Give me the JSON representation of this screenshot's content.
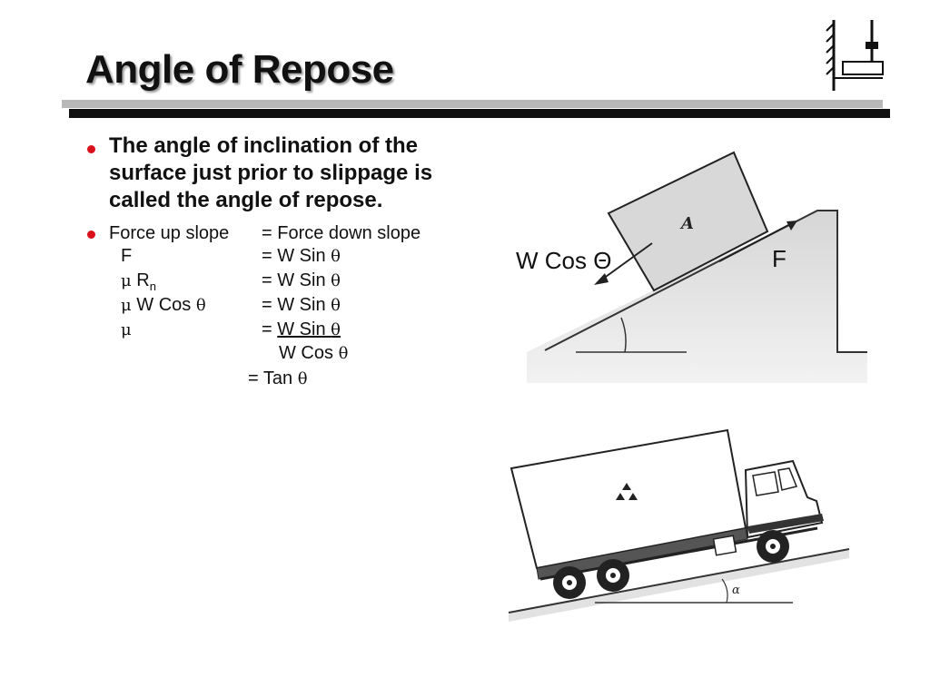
{
  "slide": {
    "title": "Angle of Repose"
  },
  "bullets": {
    "main": "The angle of inclination of the surface just prior to slippage is called the angle of repose.",
    "secondary": {
      "left_header": "Force up slope",
      "right_header": "= Force down slope",
      "rows": [
        {
          "lhs_sym": "",
          "lhs": "F",
          "rhs_prefix": "= W Sin ",
          "rhs_sym": "θ"
        },
        {
          "lhs_sym": "μ",
          "lhs": "R",
          "lhs_sub": "n",
          "rhs_prefix": "= W Sin ",
          "rhs_sym": "θ"
        },
        {
          "lhs_sym": "μ",
          "lhs": "W Cos",
          "lhs_sym2": "θ",
          "rhs_prefix": "= W Sin ",
          "rhs_sym": "θ"
        },
        {
          "lhs_sym": "μ",
          "rhs_prefix": "= ",
          "rhs_numer": "W Sin ",
          "rhs_sym": "θ"
        }
      ],
      "denominator": "W Cos ",
      "denominator_sym": "θ",
      "result_prefix": "= Tan ",
      "result_sym": "θ"
    }
  },
  "diagram": {
    "block_label": "A",
    "left_force": "W Cos Θ",
    "right_force": "F",
    "angle_label": "α"
  },
  "colors": {
    "bullet": "#d9101a",
    "text": "#111111",
    "rule_light": "#b9b9b9",
    "rule_dark": "#111111"
  }
}
